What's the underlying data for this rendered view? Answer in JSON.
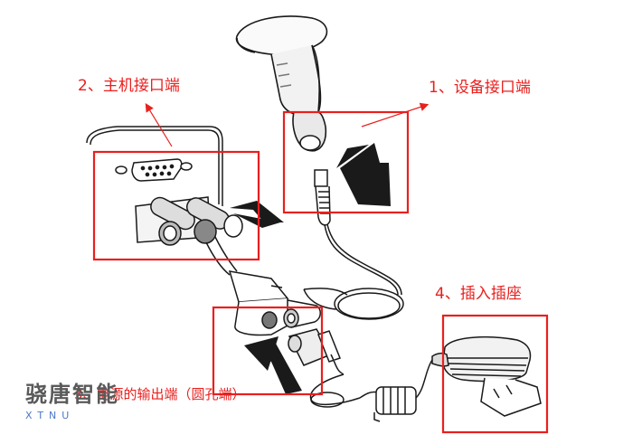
{
  "labels": {
    "device_port": "1、设备接口端",
    "host_port": "2、主机接口端",
    "power_output": "3、电源的输出端（圆孔端）",
    "socket": "4、插入插座"
  },
  "watermark": {
    "name": "骁唐智能",
    "latin": "XTNU"
  },
  "colors": {
    "highlight": "#e8201e",
    "line": "#1a1a1a"
  },
  "icons": [
    "barcode-scanner-icon",
    "db9-connector-icon",
    "power-adapter-icon",
    "insert-arrow-icon"
  ]
}
